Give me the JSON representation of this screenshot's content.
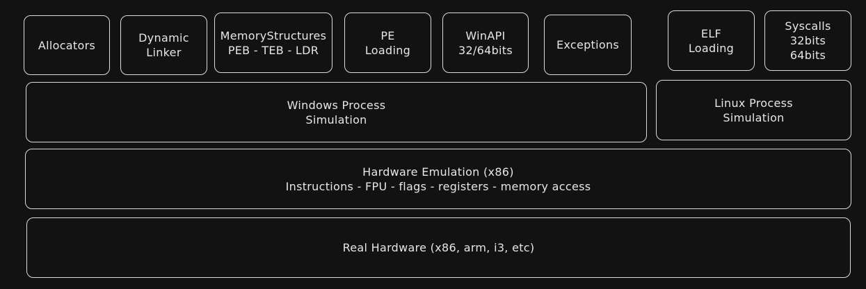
{
  "diagram": {
    "top_modules": {
      "allocators": {
        "lines": [
          "Allocators"
        ]
      },
      "dynamic_linker": {
        "lines": [
          "Dynamic",
          "Linker"
        ]
      },
      "memory_structures": {
        "lines": [
          "MemoryStructures",
          "PEB - TEB - LDR"
        ]
      },
      "pe_loading": {
        "lines": [
          "PE",
          "Loading"
        ]
      },
      "winapi": {
        "lines": [
          "WinAPI",
          "32/64bits"
        ]
      },
      "exceptions": {
        "lines": [
          "Exceptions"
        ]
      },
      "elf_loading": {
        "lines": [
          "ELF",
          "Loading"
        ]
      },
      "syscalls": {
        "lines": [
          "Syscalls",
          "32bits",
          "64bits"
        ]
      }
    },
    "windows_process": {
      "lines": [
        "Windows Process",
        "Simulation"
      ]
    },
    "linux_process": {
      "lines": [
        "Linux Process",
        "Simulation"
      ]
    },
    "hardware_emulation": {
      "lines": [
        "Hardware Emulation (x86)",
        "Instructions - FPU - flags - registers - memory access"
      ]
    },
    "real_hardware": {
      "lines": [
        "Real Hardware (x86, arm, i3, etc)"
      ]
    },
    "colors": {
      "background": "#121212",
      "stroke": "#dcdcdc",
      "text": "#e6e6e6"
    }
  }
}
